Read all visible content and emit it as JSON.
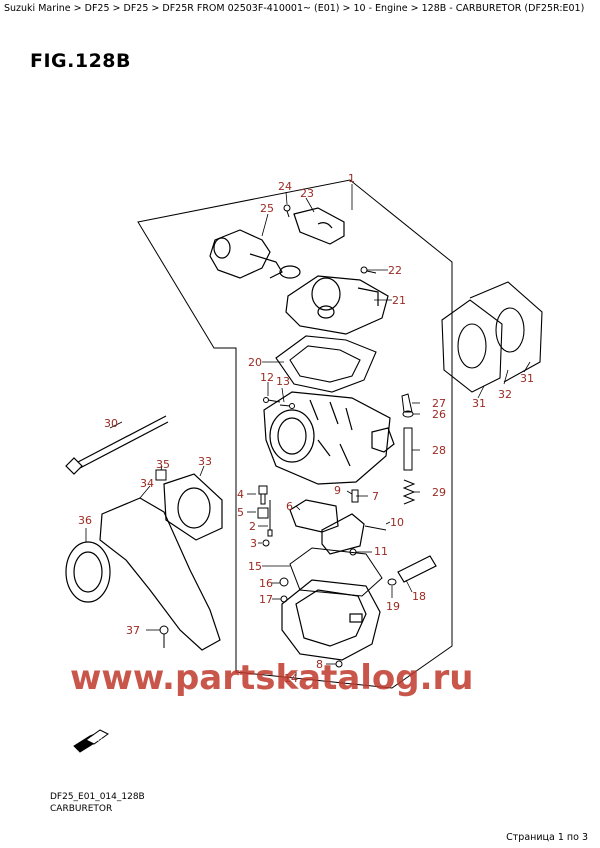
{
  "breadcrumb": "Suzuki Marine > DF25 > DF25 > DF25R FROM 02503F-410001~ (E01) > 10 - Engine > 128B - CARBURETOR (DF25R:E01)",
  "figure_title": "FIG.128B",
  "diagram_code": "DF25_E01_014_128B",
  "diagram_subtitle": "CARBURETOR",
  "watermark": "www.partskatalog.ru",
  "pager": "Страница 1 по 3",
  "fwd_label": "FWD",
  "colors": {
    "callout": "#9b2a22",
    "watermark": "#c0392b",
    "line": "#000000"
  },
  "callouts": [
    {
      "id": "1",
      "label": "1"
    },
    {
      "id": "2",
      "label": "2"
    },
    {
      "id": "3",
      "label": "3"
    },
    {
      "id": "4",
      "label": "4"
    },
    {
      "id": "5",
      "label": "5"
    },
    {
      "id": "6",
      "label": "6"
    },
    {
      "id": "7",
      "label": "7"
    },
    {
      "id": "8",
      "label": "8"
    },
    {
      "id": "9",
      "label": "9"
    },
    {
      "id": "10",
      "label": "10"
    },
    {
      "id": "11",
      "label": "11"
    },
    {
      "id": "12",
      "label": "12"
    },
    {
      "id": "13",
      "label": "13"
    },
    {
      "id": "14",
      "label": "14"
    },
    {
      "id": "15",
      "label": "15"
    },
    {
      "id": "16",
      "label": "16"
    },
    {
      "id": "17",
      "label": "17"
    },
    {
      "id": "18",
      "label": "18"
    },
    {
      "id": "19",
      "label": "19"
    },
    {
      "id": "20",
      "label": "20"
    },
    {
      "id": "21",
      "label": "21"
    },
    {
      "id": "22",
      "label": "22"
    },
    {
      "id": "23",
      "label": "23"
    },
    {
      "id": "24",
      "label": "24"
    },
    {
      "id": "25",
      "label": "25"
    },
    {
      "id": "26",
      "label": "26"
    },
    {
      "id": "27",
      "label": "27"
    },
    {
      "id": "28",
      "label": "28"
    },
    {
      "id": "29",
      "label": "29"
    },
    {
      "id": "30",
      "label": "30"
    },
    {
      "id": "31a",
      "label": "31"
    },
    {
      "id": "31b",
      "label": "31"
    },
    {
      "id": "32",
      "label": "32"
    },
    {
      "id": "33",
      "label": "33"
    },
    {
      "id": "34",
      "label": "34"
    },
    {
      "id": "35",
      "label": "35"
    },
    {
      "id": "36",
      "label": "36"
    },
    {
      "id": "37",
      "label": "37"
    }
  ]
}
